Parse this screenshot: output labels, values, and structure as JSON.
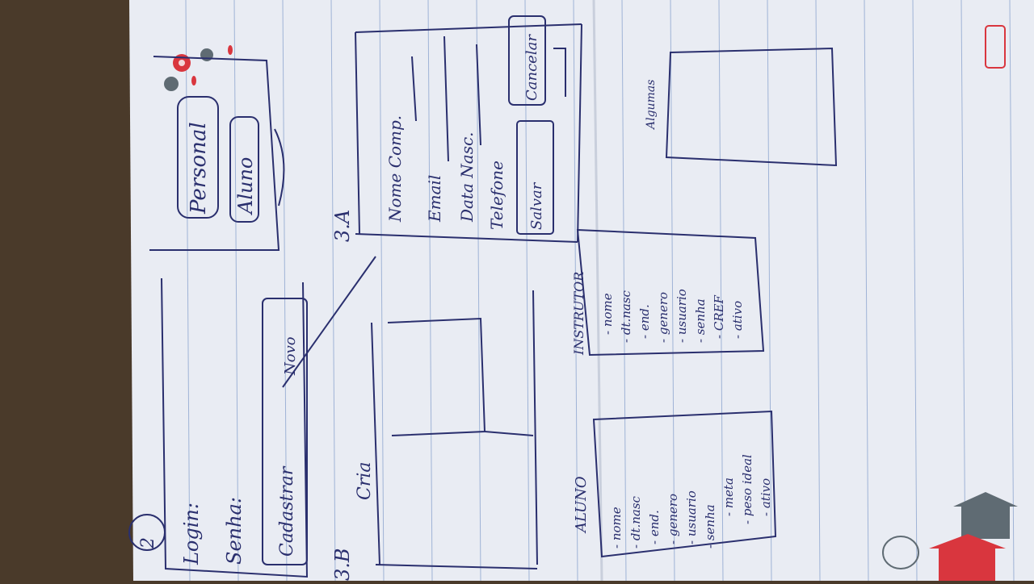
{
  "photo": {
    "colors": {
      "table": "#4a3a2a",
      "paper": "#e9ecf3",
      "rule": "#9fb3d6",
      "ink": "#2a2f6e",
      "accent_red": "#d9363e",
      "accent_gray": "#5f6b73"
    }
  },
  "sketch": {
    "login_screen": {
      "number": "2",
      "login_label": "Login:",
      "senha_label": "Senha:",
      "cadastrar_label": "Cadastrar",
      "novo_label": "Novo"
    },
    "role_select": {
      "personal_label": "Personal",
      "aluno_label": "Aluno"
    },
    "form_3a": {
      "section": "3.A",
      "fields": [
        "Nome Comp.",
        "Email",
        "Data Nasc.",
        "Telefone"
      ],
      "salvar_label": "Salvar",
      "cancelar_label": "Cancelar"
    },
    "screen_3b": {
      "section": "3.B",
      "criar_label": "Cria"
    },
    "instrutor_list": {
      "title": "INSTRUTOR",
      "items": [
        "- nome",
        "- dt.nasc",
        "- end.",
        "- genero",
        "- usuario",
        "- senha",
        "- CREF",
        "- ativo"
      ]
    },
    "aluno_list": {
      "title": "ALUNO",
      "items": [
        "- nome",
        "- dt.nasc",
        "- end.",
        "- genero",
        "- usuario",
        "- senha",
        "- meta",
        "- peso ideal",
        "- ativo"
      ]
    },
    "small_box": {
      "label": "Algumas"
    }
  }
}
